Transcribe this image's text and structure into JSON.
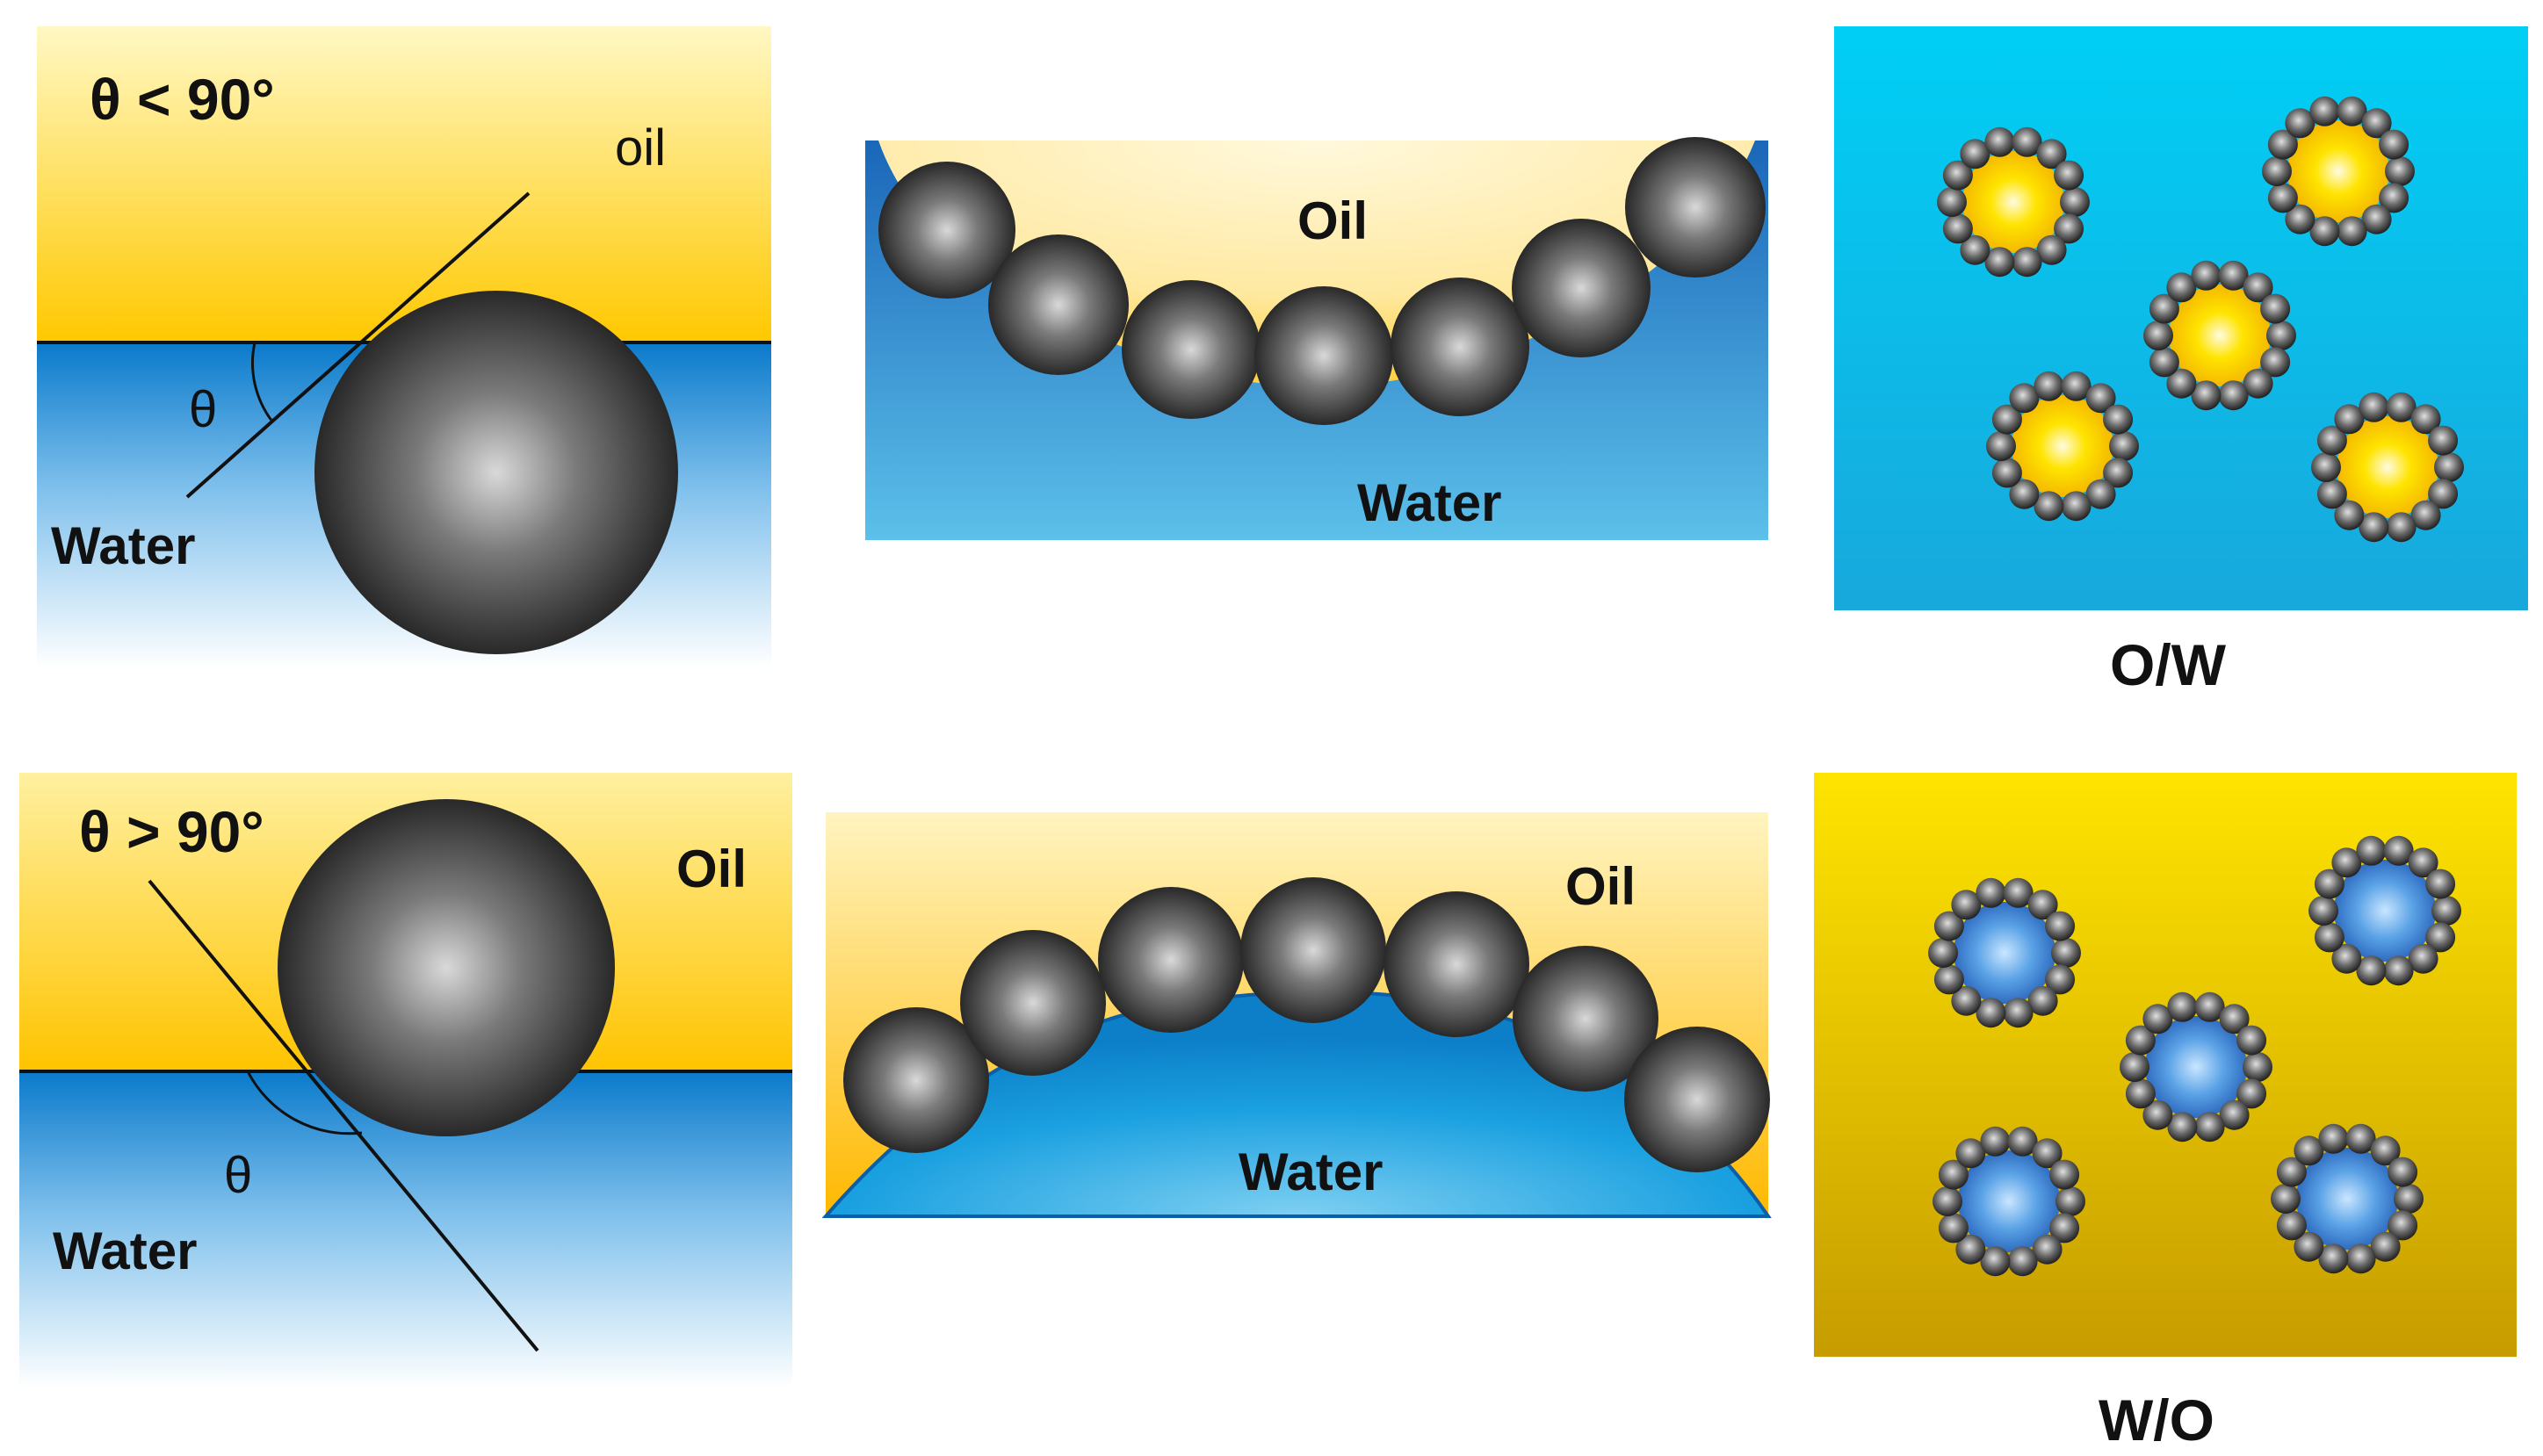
{
  "top_row": {
    "contact_panel": {
      "angle_label": "θ < 90°",
      "oil_label": "oil",
      "water_label": "Water",
      "theta_label": "θ"
    },
    "interface_panel": {
      "oil_label": "Oil",
      "water_label": "Water"
    },
    "emulsion_panel": {
      "caption": "O/W"
    }
  },
  "bottom_row": {
    "contact_panel": {
      "angle_label": "θ > 90°",
      "oil_label": "Oil",
      "water_label": "Water",
      "theta_label": "θ"
    },
    "interface_panel": {
      "oil_label": "Oil",
      "water_label": "Water"
    },
    "emulsion_panel": {
      "caption": "W/O"
    }
  },
  "colors": {
    "oil": "#ffd400",
    "oil_light": "#fff6c8",
    "water": "#1a7fd0",
    "water_light": "#ffffff",
    "water_bright": "#00d0f5",
    "particle_dark": "#1c1c1c",
    "particle_light": "#d8d8d8"
  }
}
